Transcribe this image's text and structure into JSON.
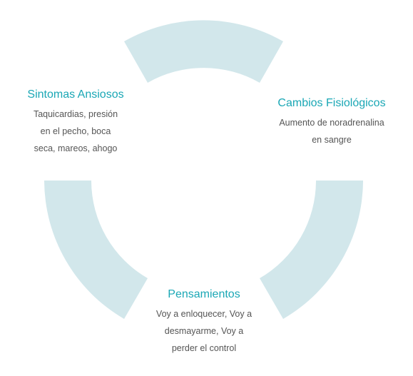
{
  "colors": {
    "accent": "#1aa7b5",
    "segment": "#d2e7eb",
    "text": "#555555"
  },
  "nodes": {
    "sintomas": {
      "title": "Sintomas Ansiosos",
      "lines": [
        "Taquicardias, presión",
        "en el pecho, boca",
        "seca, mareos, ahogo"
      ]
    },
    "cambios": {
      "title": "Cambios Fisiológicos",
      "lines": [
        "Aumento de noradrenalina",
        "en sangre"
      ]
    },
    "pensamientos": {
      "title": "Pensamientos",
      "lines": [
        "Voy a enloquecer, Voy a",
        "desmayarme, Voy a",
        "perder el control"
      ]
    }
  }
}
